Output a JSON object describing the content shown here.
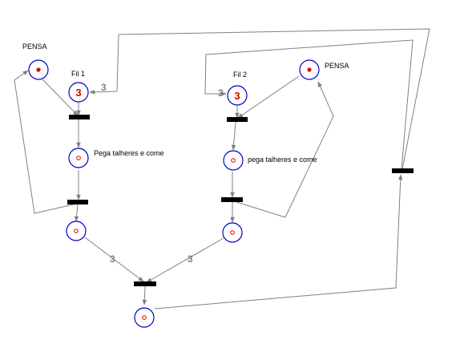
{
  "labels": {
    "pensa_left": "PENSA",
    "pensa_right": "PENSA",
    "fil1": "Fil 1",
    "fil2": "Fil 2",
    "eat_left": "Pega talheres e come",
    "eat_right": "pega talheres e come"
  },
  "tokens": {
    "fil1": "3",
    "fil2": "3"
  },
  "weights": {
    "to_fil1": "3",
    "to_fil2": "3",
    "left_to_join": "3",
    "right_to_join": "3"
  },
  "colors": {
    "place_border": "#0000c8",
    "token": "#e00000",
    "arc": "#808080",
    "transition": "#000000"
  }
}
